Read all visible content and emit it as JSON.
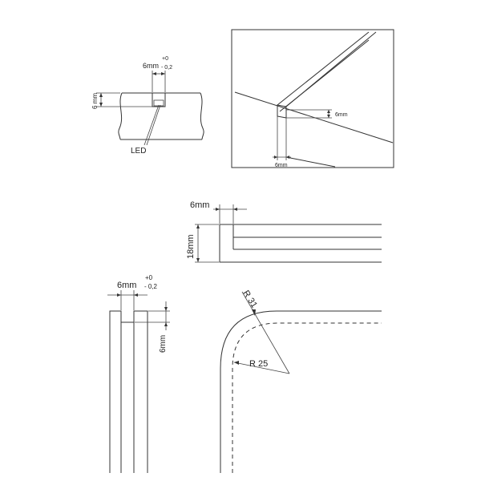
{
  "colors": {
    "line": "#333333",
    "background": "#ffffff",
    "text": "#222222"
  },
  "view_top_left": {
    "width_label": "6mm",
    "tol_plus": "+0",
    "tol_minus": "- 0,2",
    "depth_label": "6 mm",
    "led_label": "LED"
  },
  "view_perspective": {
    "depth_label": "6mm",
    "width_label": "6mm"
  },
  "view_section": {
    "width_label": "6mm",
    "height_label": "18mm"
  },
  "view_bottom_left": {
    "width_label": "6mm",
    "tol_plus": "+0",
    "tol_minus": "- 0,2",
    "depth_label": "6mm"
  },
  "view_corner": {
    "outer_radius_label": "R 31",
    "inner_radius_label": "R 25"
  }
}
